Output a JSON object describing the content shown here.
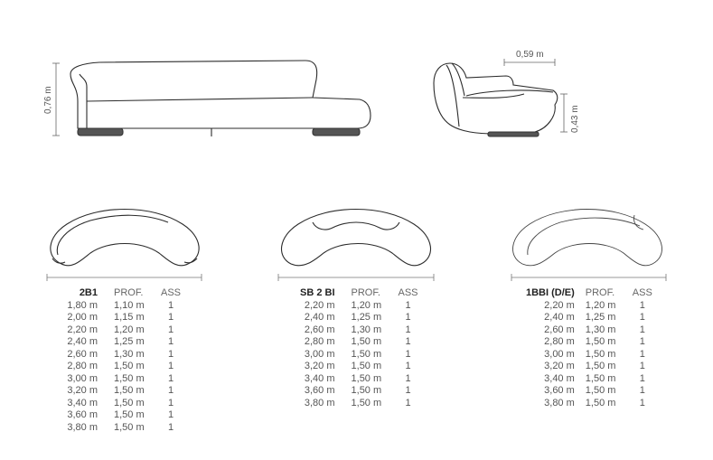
{
  "views": {
    "front_height_label": "0,76 m",
    "side_depth_label": "0,59 m",
    "side_seat_height_label": "0,43 m"
  },
  "tables": [
    {
      "model": "2B1",
      "col_depth": "PROF.",
      "col_seats": "ASS",
      "rows": [
        [
          "1,80 m",
          "1,10 m",
          "1"
        ],
        [
          "2,00 m",
          "1,15 m",
          "1"
        ],
        [
          "2,20 m",
          "1,20 m",
          "1"
        ],
        [
          "2,40 m",
          "1,25 m",
          "1"
        ],
        [
          "2,60 m",
          "1,30 m",
          "1"
        ],
        [
          "2,80 m",
          "1,50 m",
          "1"
        ],
        [
          "3,00 m",
          "1,50 m",
          "1"
        ],
        [
          "3,20 m",
          "1,50 m",
          "1"
        ],
        [
          "3,40 m",
          "1,50 m",
          "1"
        ],
        [
          "3,60 m",
          "1,50 m",
          "1"
        ],
        [
          "3,80 m",
          "1,50 m",
          "1"
        ]
      ]
    },
    {
      "model": "SB 2 BI",
      "col_depth": "PROF.",
      "col_seats": "ASS",
      "rows": [
        [
          "2,20 m",
          "1,20 m",
          "1"
        ],
        [
          "2,40 m",
          "1,25 m",
          "1"
        ],
        [
          "2,60 m",
          "1,30 m",
          "1"
        ],
        [
          "2,80 m",
          "1,50 m",
          "1"
        ],
        [
          "3,00 m",
          "1,50 m",
          "1"
        ],
        [
          "3,20 m",
          "1,50 m",
          "1"
        ],
        [
          "3,40 m",
          "1,50 m",
          "1"
        ],
        [
          "3,60 m",
          "1,50 m",
          "1"
        ],
        [
          "3,80 m",
          "1,50 m",
          "1"
        ]
      ]
    },
    {
      "model": "1BBI (D/E)",
      "col_depth": "PROF.",
      "col_seats": "ASS",
      "rows": [
        [
          "2,20 m",
          "1,20 m",
          "1"
        ],
        [
          "2,40 m",
          "1,25 m",
          "1"
        ],
        [
          "2,60 m",
          "1,30 m",
          "1"
        ],
        [
          "2,80 m",
          "1,50 m",
          "1"
        ],
        [
          "3,00 m",
          "1,50 m",
          "1"
        ],
        [
          "3,20 m",
          "1,50 m",
          "1"
        ],
        [
          "3,40 m",
          "1,50 m",
          "1"
        ],
        [
          "3,60 m",
          "1,50 m",
          "1"
        ],
        [
          "3,80 m",
          "1,50 m",
          "1"
        ]
      ]
    }
  ]
}
